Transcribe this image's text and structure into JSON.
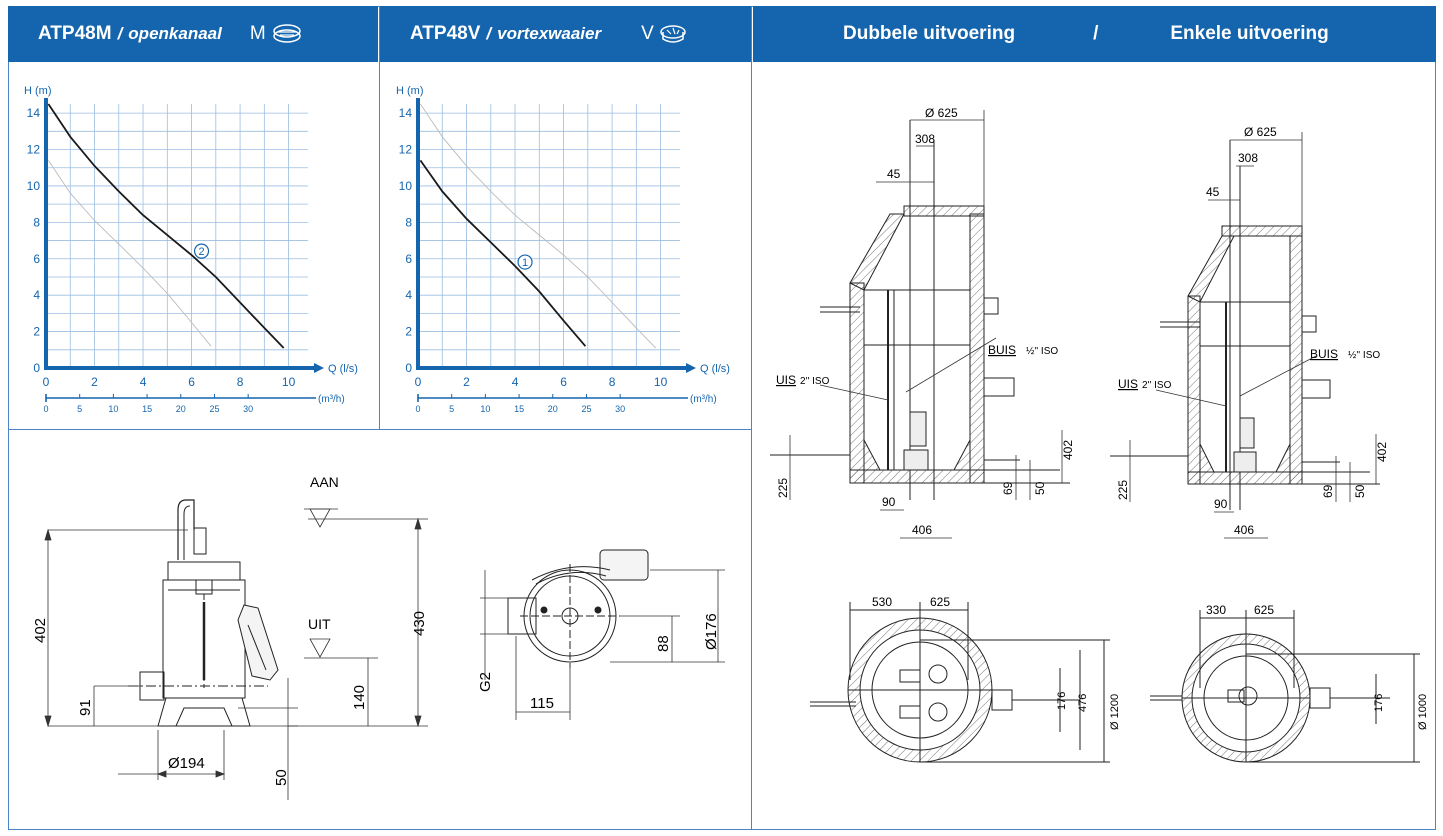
{
  "headers": {
    "m_model": "ATP48M",
    "m_sep": "/",
    "m_type": "openkanaal",
    "m_letter": "M",
    "v_model": "ATP48V",
    "v_sep": "/",
    "v_type": "vortexwaaier",
    "v_letter": "V",
    "double": "Dubbele uitvoering",
    "slash": "/",
    "single": "Enkele uitvoering"
  },
  "colors": {
    "header_bg": "#1565ae",
    "axis": "#1565ae",
    "grid": "#9bbde0",
    "frame": "#4a86c7"
  },
  "chart_data": [
    {
      "type": "line",
      "ylabel": "H (m)",
      "xlabel": "Q (l/s)",
      "xlabel2": "(m³/h)",
      "xlim": [
        0,
        10.8
      ],
      "ylim": [
        0,
        14.5
      ],
      "yticks": [
        "0",
        "2",
        "4",
        "6",
        "8",
        "10",
        "12",
        "14"
      ],
      "xticks": [
        "0",
        "2",
        "4",
        "6",
        "8",
        "10"
      ],
      "x2ticks": [
        "0",
        "5",
        "10",
        "15",
        "20",
        "25",
        "30"
      ],
      "series": [
        {
          "name": "2",
          "emphasis": "bold",
          "x": [
            0.1,
            1,
            2,
            3,
            4,
            5,
            6,
            7,
            8,
            9,
            9.8
          ],
          "y": [
            14.5,
            12.7,
            11.1,
            9.7,
            8.4,
            7.3,
            6.2,
            5.0,
            3.6,
            2.2,
            1.1
          ]
        },
        {
          "name": "",
          "emphasis": "thin",
          "x": [
            0.1,
            1,
            2,
            3,
            4,
            5,
            6,
            6.8
          ],
          "y": [
            11.4,
            9.6,
            8.1,
            6.8,
            5.5,
            4.1,
            2.5,
            1.2
          ]
        }
      ],
      "marker": "2"
    },
    {
      "type": "line",
      "ylabel": "H (m)",
      "xlabel": "Q (l/s)",
      "xlabel2": "(m³/h)",
      "xlim": [
        0,
        10.8
      ],
      "ylim": [
        0,
        14.5
      ],
      "yticks": [
        "0",
        "2",
        "4",
        "6",
        "8",
        "10",
        "12",
        "14"
      ],
      "xticks": [
        "0",
        "2",
        "4",
        "6",
        "8",
        "10"
      ],
      "x2ticks": [
        "0",
        "5",
        "10",
        "15",
        "20",
        "25",
        "30"
      ],
      "series": [
        {
          "name": "1",
          "emphasis": "bold",
          "x": [
            0.1,
            1,
            2,
            3,
            4,
            5,
            6,
            6.9
          ],
          "y": [
            11.4,
            9.7,
            8.2,
            6.9,
            5.6,
            4.2,
            2.6,
            1.2
          ]
        },
        {
          "name": "",
          "emphasis": "thin",
          "x": [
            0.1,
            1,
            2,
            3,
            4,
            5,
            6,
            7,
            8,
            9,
            9.8
          ],
          "y": [
            14.5,
            12.7,
            11.1,
            9.7,
            8.4,
            7.3,
            6.2,
            5.0,
            3.6,
            2.2,
            1.1
          ]
        }
      ],
      "marker": "1"
    }
  ],
  "pump_dims": {
    "aan": "AAN",
    "uit": "UIT",
    "h402": "402",
    "h430": "430",
    "h91": "91",
    "h140": "140",
    "h50": "50",
    "d194": "Ø194"
  },
  "top_dims": {
    "d176": "Ø176",
    "h88": "88",
    "g2": "G2",
    "w115": "115"
  },
  "double_section": {
    "d625": "Ø 625",
    "w308": "308",
    "w45": "45",
    "buis": "BUIS",
    "buis_size": "½'' ISO",
    "uis": "UIS",
    "uis_size": "2'' ISO",
    "h225": "225",
    "w90": "90",
    "w406": "406",
    "h69": "69",
    "h50": "50",
    "h402": "402"
  },
  "single_section": {
    "d625": "Ø 625",
    "w308": "308",
    "w45": "45",
    "buis": "BUIS",
    "buis_size": "½'' ISO",
    "uis": "UIS",
    "uis_size": "2'' ISO",
    "h225": "225",
    "w90": "90",
    "w406": "406",
    "h69": "69",
    "h50": "50",
    "h402": "402"
  },
  "double_plan": {
    "w530": "530",
    "w625": "625",
    "h176": "176",
    "h476": "476",
    "d1200": "Ø 1200"
  },
  "single_plan": {
    "w330": "330",
    "w625": "625",
    "h176": "176",
    "d1000": "Ø 1000"
  }
}
